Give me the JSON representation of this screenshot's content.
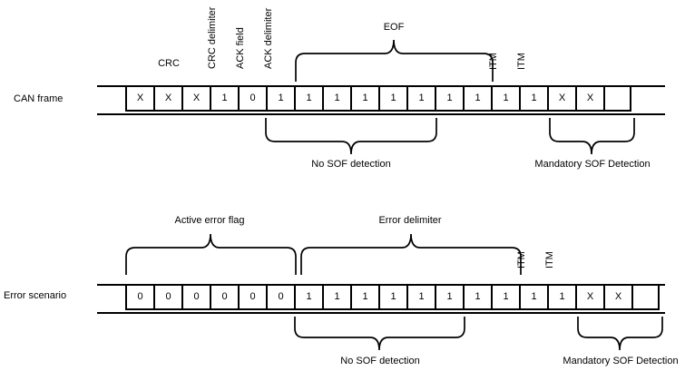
{
  "diagram": {
    "background": "#ffffff",
    "line_color": "#000000"
  },
  "can_frame_row": {
    "label": "CAN frame",
    "cells": [
      "X",
      "X",
      "X",
      "1",
      "0",
      "1",
      "1",
      "1",
      "1",
      "1",
      "1",
      "1",
      "1",
      "1",
      "1",
      "X",
      "X",
      ""
    ],
    "top_labels": {
      "crc": "CRC",
      "crc_delimiter": "CRC delimiter",
      "ack_field": "ACK field",
      "ack_delimiter": "ACK delimiter",
      "eof": "EOF",
      "itm_1": "ITM",
      "itm_2": "ITM"
    },
    "bottom_labels": {
      "no_sof": "No SOF detection",
      "mandatory_sof": "Mandatory SOF Detection"
    }
  },
  "error_scenario_row": {
    "label": "Error scenario",
    "cells": [
      "0",
      "0",
      "0",
      "0",
      "0",
      "0",
      "1",
      "1",
      "1",
      "1",
      "1",
      "1",
      "1",
      "1",
      "1",
      "1",
      "X",
      "X",
      ""
    ],
    "top_labels": {
      "active_error_flag": "Active error flag",
      "error_delimiter": "Error delimiter",
      "itm_1": "ITM",
      "itm_2": "ITM"
    },
    "bottom_labels": {
      "no_sof": "No SOF detection",
      "mandatory_sof": "Mandatory SOF Detection"
    }
  }
}
